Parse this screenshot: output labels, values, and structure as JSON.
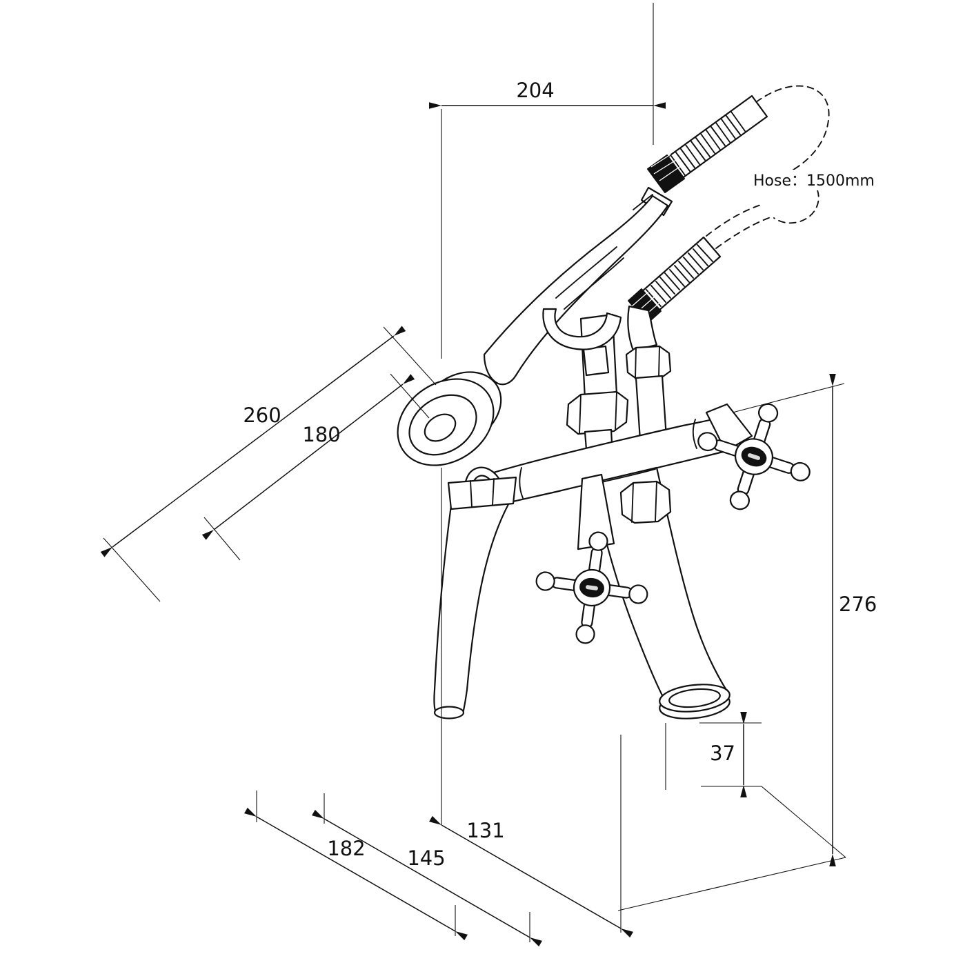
{
  "drawing": {
    "type": "technical-dimension-drawing",
    "subject": "bath shower mixer tap with handset",
    "colors": {
      "ink": "#111111",
      "paper": "#ffffff"
    },
    "dimensions": {
      "top_width": "204",
      "depth_outer": "260",
      "depth_inner": "180",
      "total_height": "276",
      "spout_clearance": "37",
      "reach_inner": "131",
      "reach_mid": "145",
      "reach_outer": "182"
    },
    "hose_note": "Hose：1500mm"
  }
}
